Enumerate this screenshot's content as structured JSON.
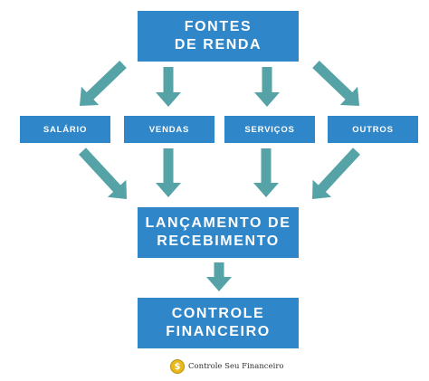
{
  "diagram": {
    "top": {
      "line1": "FONTES",
      "line2": "DE RENDA"
    },
    "sources": [
      {
        "label": "SALÁRIO"
      },
      {
        "label": "VENDAS"
      },
      {
        "label": "SERVIÇOS"
      },
      {
        "label": "OUTROS"
      }
    ],
    "middle": {
      "line1": "LANÇAMENTO DE",
      "line2": "RECEBIMENTO"
    },
    "bottom": {
      "line1": "CONTROLE",
      "line2": "FINANCEIRO"
    },
    "colors": {
      "box": "#2f86c8",
      "arrow": "#55a3a6",
      "text": "#ffffff"
    }
  },
  "footer": {
    "brand": "Controle Seu Financeiro",
    "icon": "dollar-coin-icon",
    "coin_symbol": "$"
  }
}
